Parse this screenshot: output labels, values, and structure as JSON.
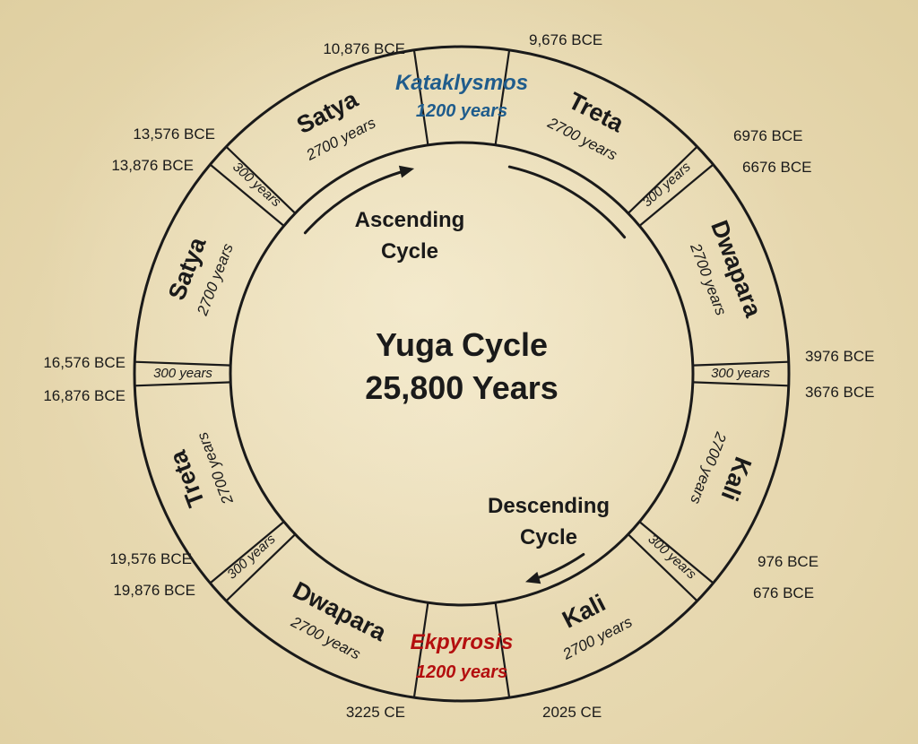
{
  "center": {
    "title_line1": "Yuga Cycle",
    "title_line2": "25,800 Years"
  },
  "flow": {
    "ascending_line1": "Ascending",
    "ascending_line2": "Cycle",
    "descending_line1": "Descending",
    "descending_line2": "Cycle"
  },
  "segments": [
    {
      "name": "Kataklysmos",
      "duration": "1200 years"
    },
    {
      "name": "Treta",
      "duration": "2700 years"
    },
    {
      "name": "Dwapara",
      "duration": "2700 years"
    },
    {
      "name": "Kali",
      "duration": "2700 years"
    },
    {
      "name": "Kali",
      "duration": "2700 years"
    },
    {
      "name": "Ekpyrosis",
      "duration": "1200 years"
    },
    {
      "name": "Dwapara",
      "duration": "2700 years"
    },
    {
      "name": "Treta",
      "duration": "2700 years"
    },
    {
      "name": "Satya",
      "duration": "2700 years"
    },
    {
      "name": "Satya",
      "duration": "2700 years"
    }
  ],
  "transition": {
    "duration": "300 years"
  },
  "boundary_dates": [
    "9,676 BCE",
    "6976 BCE",
    "6676 BCE",
    "3976 BCE",
    "3676 BCE",
    "976 BCE",
    "676 BCE",
    "2025 CE",
    "3225 CE",
    "19,876 BCE",
    "19,576 BCE",
    "16,876 BCE",
    "16,576 BCE",
    "13,876 BCE",
    "13,576 BCE",
    "10,876 BCE"
  ],
  "colors": {
    "background": "#e8dab2",
    "ink": "#1a1a1a",
    "kataklysmos_blue": "#1f5c8c",
    "ekpyrosis_red": "#b40f0f"
  }
}
